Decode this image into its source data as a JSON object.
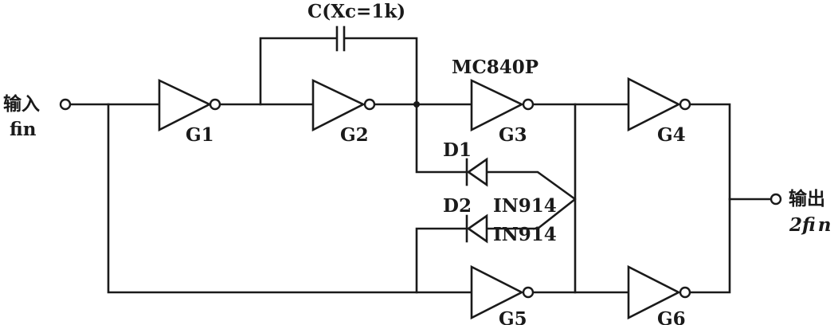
{
  "capacitor": {
    "label": "C(Xc=1k)"
  },
  "chip": {
    "label": "MC840P"
  },
  "input": {
    "name": "输入",
    "signal": "fin"
  },
  "output": {
    "name": "输出",
    "signal": "2f",
    "signal_sub": "in"
  },
  "gates": [
    "G1",
    "G2",
    "G3",
    "G4",
    "G5",
    "G6"
  ],
  "diodes": [
    {
      "ref": "D1",
      "part": "IN914"
    },
    {
      "ref": "D2",
      "part": "IN914"
    }
  ]
}
